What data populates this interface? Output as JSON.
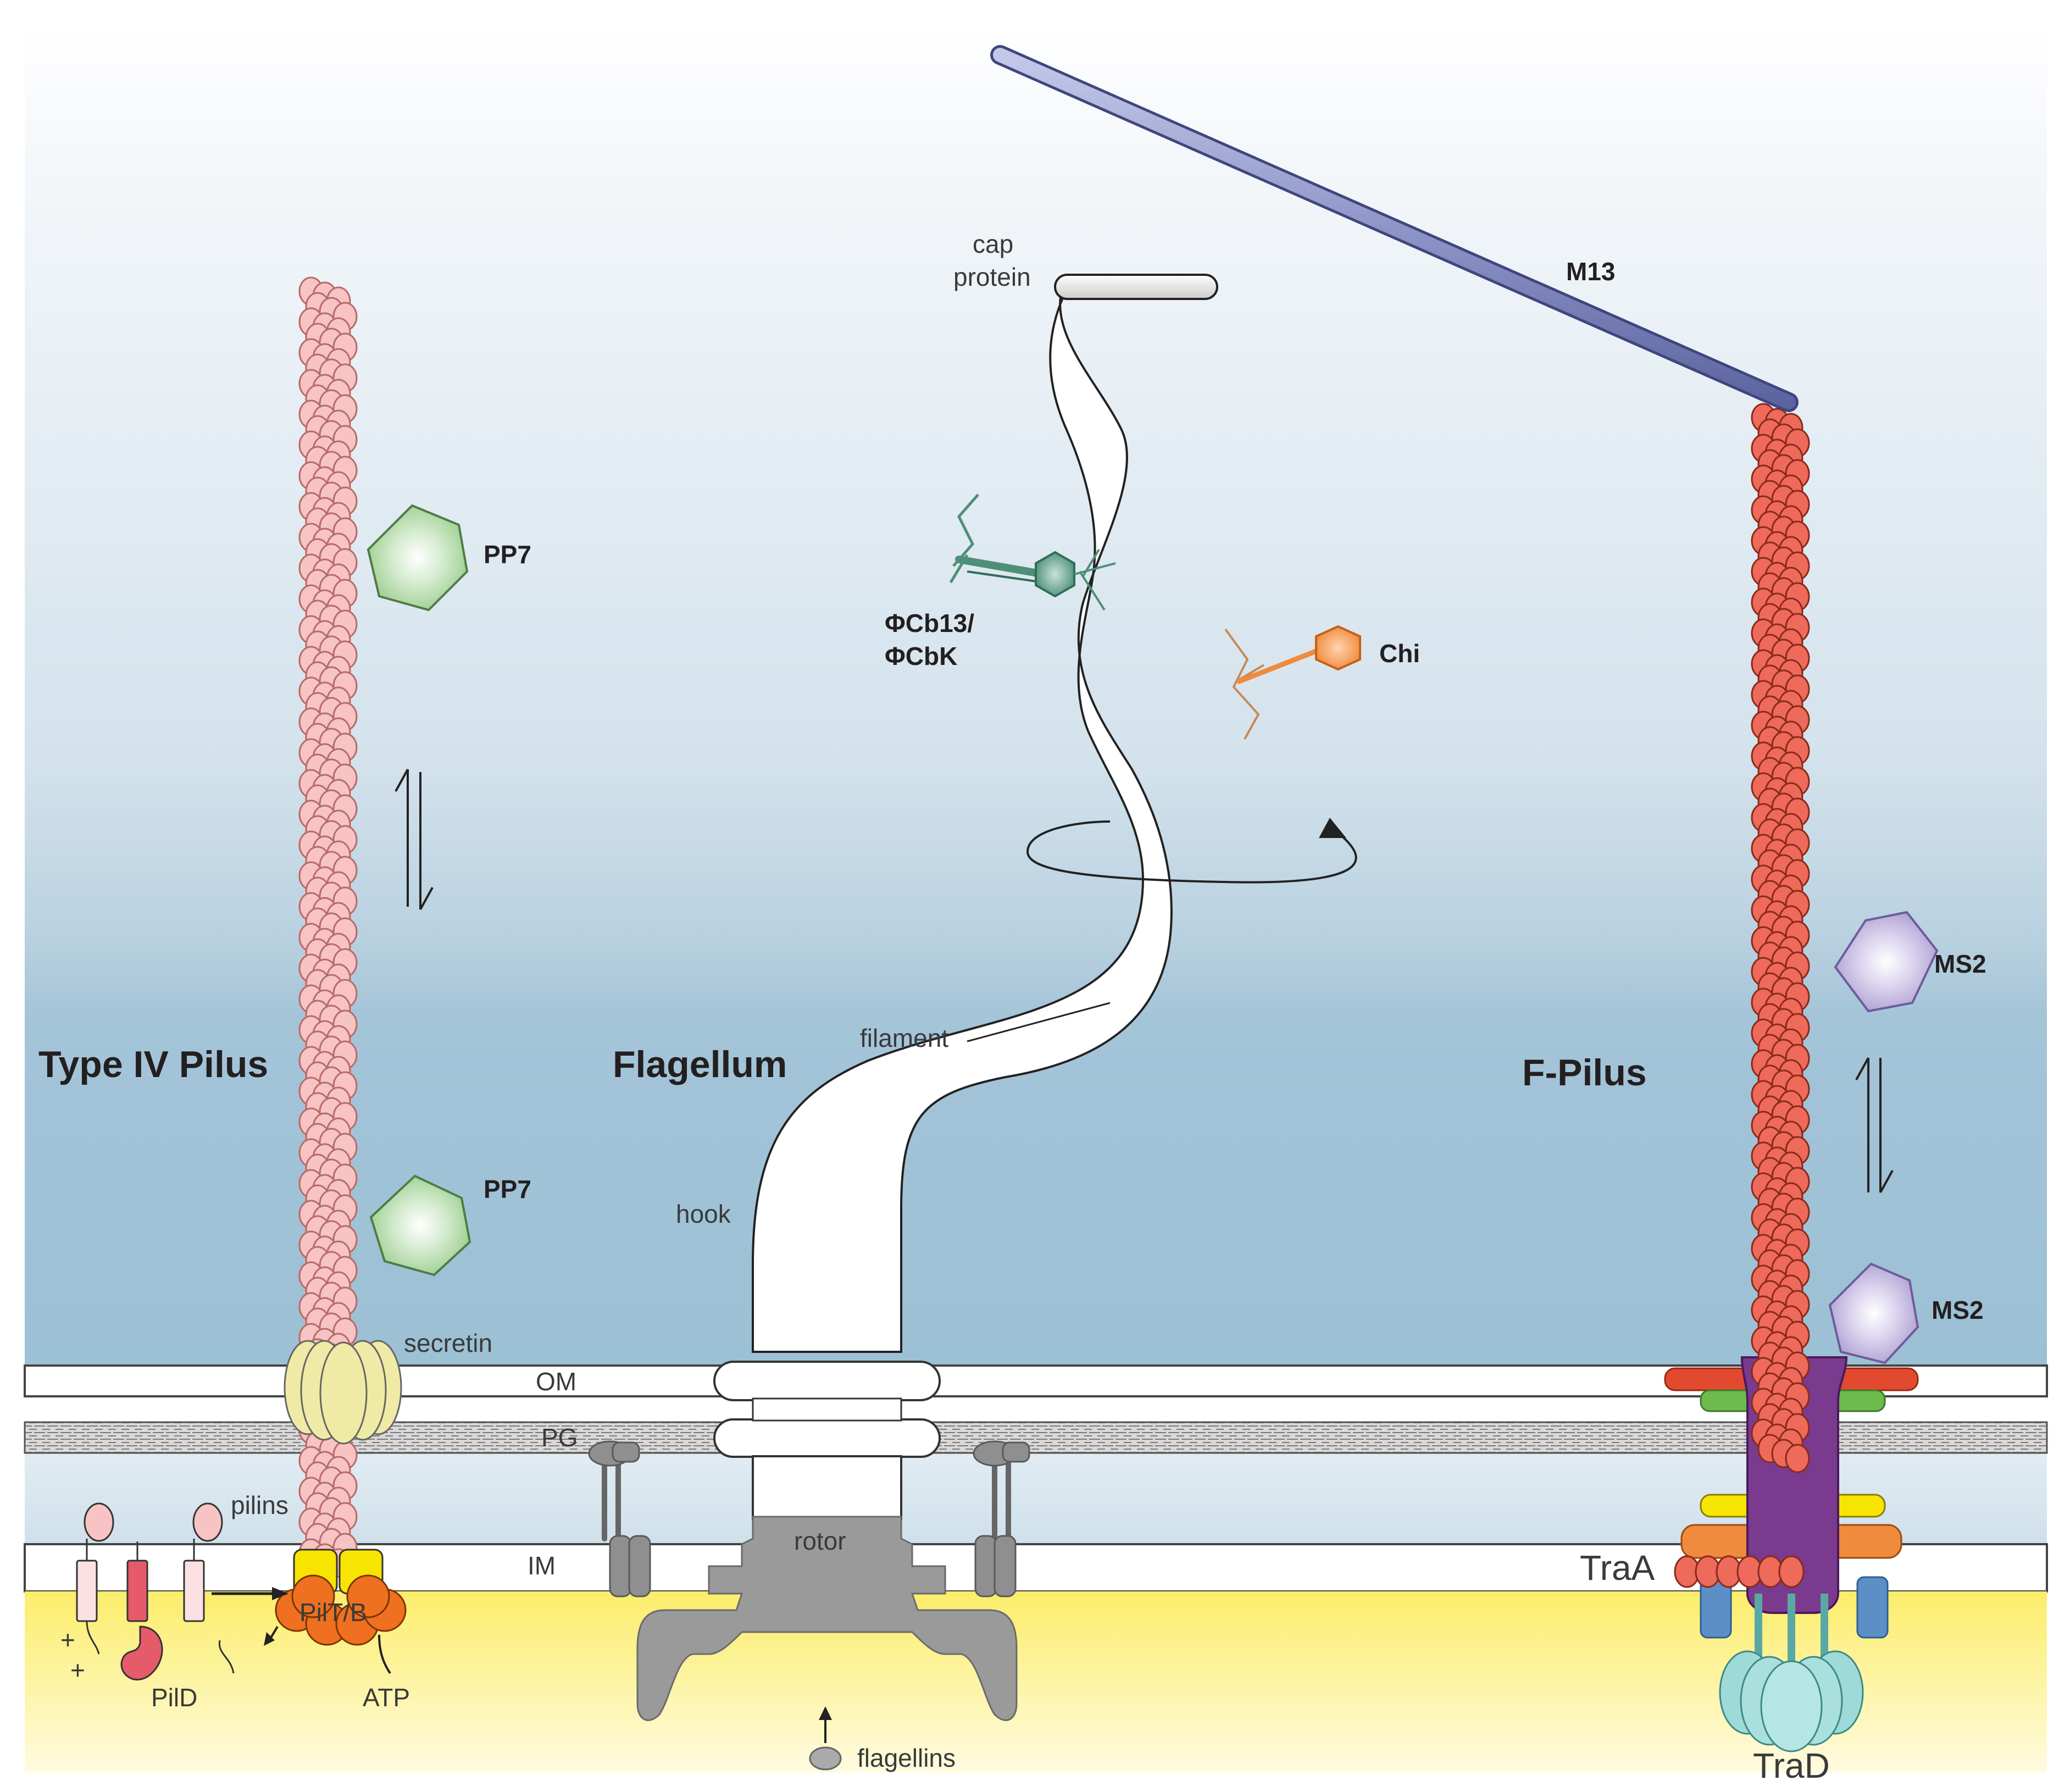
{
  "titles": {
    "type_iv_pilus": "Type IV Pilus",
    "flagellum": "Flagellum",
    "f_pilus": "F-Pilus"
  },
  "membranes": {
    "om": "OM",
    "pg": "PG",
    "im": "IM"
  },
  "type_iv_labels": {
    "secretin": "secretin",
    "pilins": "pilins",
    "pilT_B": "PilT/B",
    "pilD": "PilD",
    "atp": "ATP",
    "plus_1": "+",
    "plus_2": "+"
  },
  "flagellum_labels": {
    "cap_line1": "cap",
    "cap_line2": "protein",
    "filament": "filament",
    "hook": "hook",
    "rotor": "rotor",
    "flagellins": "flagellins"
  },
  "f_pilus_labels": {
    "traA": "TraA",
    "traD": "TraD"
  },
  "phages": {
    "pp7_upper": "PP7",
    "pp7_lower": "PP7",
    "phicb_line1": "ΦCb13/",
    "phicb_line2": "ΦCbK",
    "chi": "Chi",
    "m13": "M13",
    "ms2_upper": "MS2",
    "ms2_lower": "MS2"
  },
  "colors": {
    "pilin_pink": "#f7c3c3",
    "f_pilin_red": "#ee6a5a",
    "pp7_green": "#9ccc8e",
    "ms2_purple": "#b4a8d6",
    "m13_blue": "#8088c0",
    "phicb_teal": "#4e8f78",
    "chi_orange": "#f08a3c",
    "secretin_yellow": "#efeba6",
    "pilT_orange": "#ee7020",
    "atpase_yellow": "#f7e400",
    "rotor_gray": "#9a9a9a",
    "trad_cyan": "#86d4d0",
    "f_core_purple": "#7a3a8e"
  }
}
